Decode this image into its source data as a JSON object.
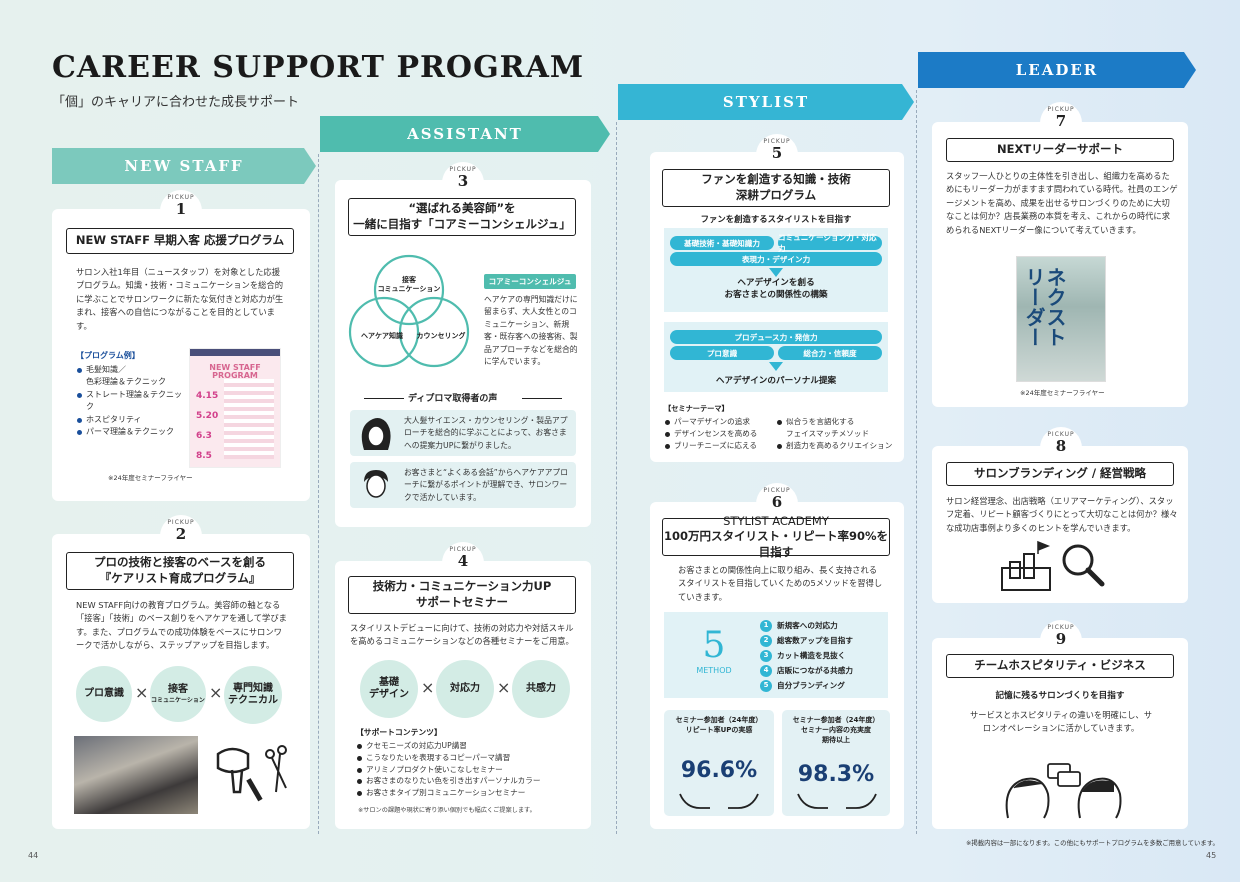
{
  "header": {
    "title": "CAREER SUPPORT PROGRAM",
    "subtitle": "「個」のキャリアに合わせた成長サポート"
  },
  "stages": {
    "new_staff": "NEW STAFF",
    "assistant": "ASSISTANT",
    "stylist": "STYLIST",
    "leader": "LEADER"
  },
  "pickup_label": "PICKUP",
  "colors": {
    "new_staff": "#7cc9bd",
    "assistant": "#4fbcae",
    "stylist": "#35b5d4",
    "leader": "#1c7bc6",
    "accent_blue": "#1a4f9b",
    "soft_teal": "#d3ece5"
  },
  "p1": {
    "num": "1",
    "title": "NEW STAFF 早期入客 応援プログラム",
    "desc": "サロン入社1年目（ニュースタッフ）を対象とした応援プログラム。知識・技術・コミュニケーションを総合的に学ぶことでサロンワークに新たな気付きと対応力が生まれ、接客への自信につながることを目的としています。",
    "list_title": "【プログラム例】",
    "items": [
      "毛髪知識／\n色彩理論＆テクニック",
      "ストレート理論＆テクニック",
      "ホスピタリティ",
      "パーマ理論＆テクニック"
    ],
    "flyer_title": "NEW STAFF PROGRAM",
    "flyer_dates": [
      "4.15",
      "5.20",
      "6.3",
      "8.5"
    ],
    "caption": "※24年度セミナーフライヤー"
  },
  "p2": {
    "num": "2",
    "title1": "プロの技術と接客のベースを創る",
    "title2": "『ケアリスト育成プログラム』",
    "desc": "NEW STAFF向けの教育プログラム。美容師の軸となる「接客」「技術」のベース創りをヘアケアを通して学びます。また、プログラムでの成功体験をベースにサロンワークで活かしながら、ステップアップを目指します。",
    "circle1": "プロ意識",
    "circle2_main": "接客",
    "circle2_sub": "コミュニケーション",
    "circle3": "専門知識\nテクニカル",
    "times": "×"
  },
  "p3": {
    "num": "3",
    "title1": "“選ばれる美容師”を",
    "title2": "一緒に目指す「コアミーコンシェルジュ」",
    "venn": [
      "接客\nコミュニケーション",
      "ヘアケア知識",
      "カウンセリング"
    ],
    "tag": "コアミーコンシェルジュ",
    "tag_desc": "ヘアケアの専門知識だけに留まらず、大人女性とのコミュニケーション、新規客・既存客への接客術、製品アプローチなどを総合的に学んでいます。",
    "voice_title": "ディプロマ取得者の声",
    "voice1": "大人髪サイエンス・カウンセリング・製品アプローチを総合的に学ぶことによって、お客さまへの提案力UPに繋がりました。",
    "voice2": "お客さまと“よくある会話”からヘアケアアプローチに繋がるポイントが理解でき、サロンワークで活かしています。"
  },
  "p4": {
    "num": "4",
    "title1": "技術力・コミュニケーション力UP",
    "title2": "サポートセミナー",
    "desc": "スタイリストデビューに向けて、技術の対応力や対話スキルを高めるコミュニケーションなどの各種セミナーをご用意。",
    "circles": [
      "基礎\nデザイン",
      "対応力",
      "共感力"
    ],
    "times": "×",
    "list_title": "【サポートコンテンツ】",
    "items": [
      "クセモニーズの対応力UP講習",
      "こうなりたいを表現するコピーパーマ講習",
      "アリミノプロダクト使いこなしセミナー",
      "お客さまのなりたい色を引き出すパーソナルカラー",
      "お客さまタイプ別コミュニケーションセミナー"
    ],
    "note": "※サロンの課題や現状に寄り添い個別でも幅広くご提案します。"
  },
  "p5": {
    "num": "5",
    "title1": "ファンを創造する知識・技術",
    "title2": "深耕プログラム",
    "lead": "ファンを創造するスタイリストを目指す",
    "pills_a": [
      "基礎技術・基礎知識力",
      "コミュニケーション力・対応力",
      "表現力・デザイン力"
    ],
    "result_a": "ヘアデザインを創る\nお客さまとの関係性の構築",
    "pills_b": [
      "プロデュース力・発信力",
      "プロ意識",
      "総合力・信頼度"
    ],
    "result_b": "ヘアデザインのパーソナル提案",
    "list_title": "【セミナーテーマ】",
    "items_left": [
      "パーマデザインの追求",
      "デザインセンスを高める",
      "ブリーチニーズに応える"
    ],
    "items_right": [
      "似合うを言語化する\nフェイスマッチメソッド",
      "創造力を高めるクリエイション"
    ]
  },
  "p6": {
    "num": "6",
    "title1": "STYLIST ACADEMY",
    "title2": "100万円スタイリスト・リピート率90%を目指す",
    "desc": "お客さまとの関係性向上に取り組み、長く支持されるスタイリストを目指していくための5メソッドを習得していきます。",
    "method_num": "5",
    "method_label": "METHOD",
    "methods": [
      "新規客への対応力",
      "総客数アップを目指す",
      "カット構造を見抜く",
      "店販につながる共感力",
      "自分ブランディング"
    ],
    "stat1_title": "セミナー参加者（24年度）\nリピート率UPの実感",
    "stat1_value": "96.6%",
    "stat2_title": "セミナー参加者（24年度）\nセミナー内容の充実度\n期待以上",
    "stat2_value": "98.3%"
  },
  "p7": {
    "num": "7",
    "title": "NEXTリーダーサポート",
    "desc": "スタッフ一人ひとりの主体性を引き出し、組織力を高めるためにもリーダー力がますます問われている時代。社員のエンゲージメントを高め、成果を出せるサロンづくりのために大切なことは何か？店長業務の本質を考え、これからの時代に求められるNEXTリーダー像について考えていきます。",
    "flyer_text": "ネクスト\nリーダー",
    "caption": "※24年度セミナーフライヤー"
  },
  "p8": {
    "num": "8",
    "title": "サロンブランディング / 経営戦略",
    "desc": "サロン経営理念、出店戦略（エリアマーケティング）、スタッフ定着、リピート顧客づくりにとって大切なことは何か？様々な成功店事例より多くのヒントを学んでいきます。"
  },
  "p9": {
    "num": "9",
    "title": "チームホスピタリティ・ビジネス",
    "lead": "記憶に残るサロンづくりを目指す",
    "desc": "サービスとホスピタリティの違いを明確にし、サロンオペレーションに活かしていきます。"
  },
  "footer": {
    "note": "※掲載内容は一部になります。この他にもサポートプログラムを多数ご用意しています。",
    "page_left": "44",
    "page_right": "45"
  }
}
